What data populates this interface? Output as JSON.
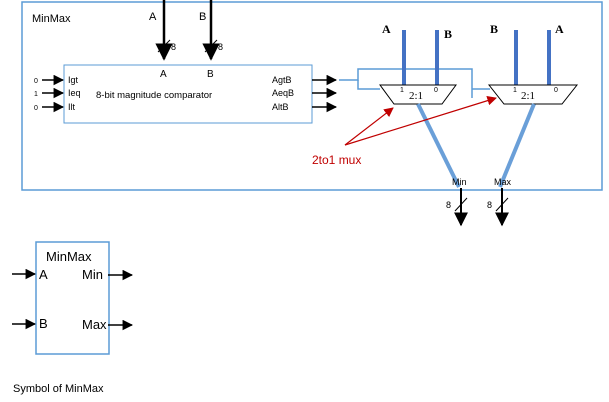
{
  "colors": {
    "frame": "#5b9bd5",
    "bus": "#4472c4",
    "bus_light": "#6a9fd8",
    "annotation": "#c00000",
    "ink": "#000000"
  },
  "schematic": {
    "title": "MinMax",
    "top_inputs": {
      "a": "A",
      "b": "B"
    },
    "bus_width": "8",
    "comparator": {
      "title": "8-bit magnitude comparator",
      "port_a": "A",
      "port_b": "B",
      "inputs": [
        "Igt",
        "Ieq",
        "Ilt"
      ],
      "input_values": [
        "0",
        "1",
        "0"
      ],
      "outputs": [
        "AgtB",
        "AeqB",
        "AltB"
      ]
    },
    "mux1": {
      "label": "2:1",
      "sel1": "1",
      "sel0": "0",
      "in_a": "A",
      "in_b": "B"
    },
    "mux2": {
      "label": "2:1",
      "sel1": "1",
      "sel0": "0",
      "in_a": "B",
      "in_b": "A"
    },
    "annotation": "2to1 mux",
    "outputs": {
      "min": "Min",
      "max": "Max"
    }
  },
  "symbol": {
    "title": "MinMax",
    "in_a": "A",
    "in_b": "B",
    "out_min": "Min",
    "out_max": "Max",
    "caption": "Symbol of MinMax"
  }
}
